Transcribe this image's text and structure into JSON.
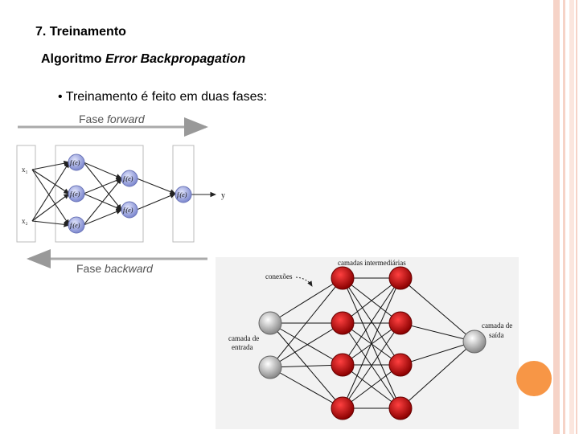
{
  "slide": {
    "title": "7. Treinamento",
    "subtitle_prefix": "Algoritmo ",
    "subtitle_italic": "Error Backpropagation",
    "bullet": "• Treinamento é feito em duas fases:"
  },
  "diagram_forward": {
    "phase_word": "Fase ",
    "forward_word": "forward",
    "backward_word": "backward",
    "input_labels": [
      "x₁",
      "x₂"
    ],
    "output_label": "y",
    "neuron_label": "fᵢ(e)"
  },
  "diagram_network": {
    "label_hidden": "camadas  intermediárias",
    "label_connections": "conexões",
    "label_input_1": "camada de",
    "label_input_2": "entrada",
    "label_output_1": "camada de",
    "label_output_2": "saída"
  },
  "colors": {
    "border_salmon": "#f4c7b8",
    "border_light": "#fbe6de",
    "accent_orange": "#f79646",
    "neuron_blue": "#9aa4e0",
    "neuron_red": "#c00000",
    "neuron_gray": "#b0b0b0"
  }
}
